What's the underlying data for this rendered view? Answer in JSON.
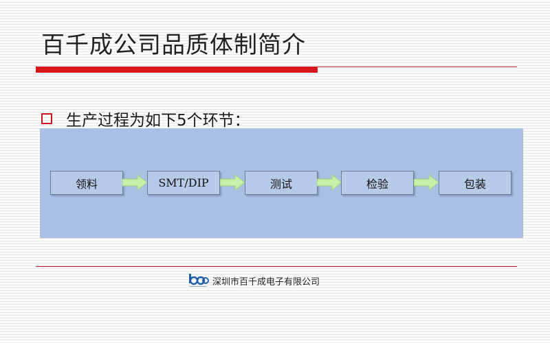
{
  "slide": {
    "title": "百千成公司品质体制简介",
    "bullet": "生产过程为如下5个环节：",
    "colors": {
      "accent_red": "#d7191c",
      "panel_blue": "#a9c0e3",
      "step_blue": "#b7cbe8",
      "arrow_green": "#c8f0a8"
    }
  },
  "flow": {
    "steps": [
      "领料",
      "SMT/DIP",
      "测试",
      "检验",
      "包装"
    ],
    "arrow_icon": "right-arrow-icon"
  },
  "footer": {
    "company": "深圳市百千成电子有限公司",
    "logo_icon": "company-logo-icon"
  }
}
